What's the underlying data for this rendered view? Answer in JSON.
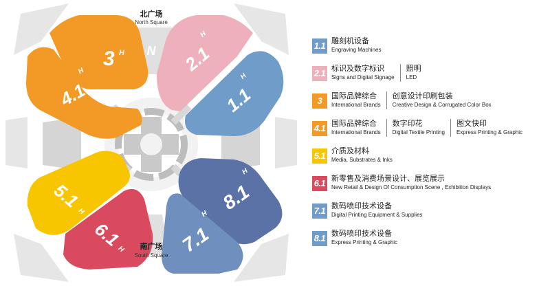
{
  "colors": {
    "orange": "#f29a25",
    "pink": "#eeb1bb",
    "blue": "#6f9cc8",
    "yellow": "#f7c600",
    "red": "#d94a5e",
    "navy": "#5a72a6",
    "gray": "#e6e6e6",
    "gray_dark": "#c8c8c8"
  },
  "map": {
    "north_square": {
      "cn": "北广场",
      "en": "North Square"
    },
    "south_square": {
      "cn": "南广场",
      "en": "South Square"
    },
    "north_gate_label": "N",
    "halls": {
      "h3": {
        "num": "3",
        "sub": "H"
      },
      "h41": {
        "num": "4.1",
        "sub": "H"
      },
      "h21": {
        "num": "2.1",
        "sub": "H"
      },
      "h11": {
        "num": "1.1",
        "sub": "H"
      },
      "h51": {
        "num": "5.1",
        "sub": "H"
      },
      "h61": {
        "num": "6.1",
        "sub": "H"
      },
      "h71": {
        "num": "7.1",
        "sub": "H"
      },
      "h81": {
        "num": "8.1",
        "sub": "H"
      }
    }
  },
  "legend": [
    {
      "badge": "1.1",
      "color": "#6f9cc8",
      "cols": [
        {
          "cn": "雕刻机设备",
          "en": "Engraving Machines"
        }
      ]
    },
    {
      "badge": "2.1",
      "color": "#eeb1bb",
      "cols": [
        {
          "cn": "标识及数字标识",
          "en": "Signs and Digital Signage"
        },
        {
          "cn": "照明",
          "en": "LED"
        }
      ]
    },
    {
      "badge": "3",
      "color": "#f29a25",
      "cols": [
        {
          "cn": "国际品牌综合",
          "en": "International Brands"
        },
        {
          "cn": "创意设计印刷包装",
          "en": "Creative Design & Corrugated Color Box"
        }
      ]
    },
    {
      "badge": "4.1",
      "color": "#f29a25",
      "cols": [
        {
          "cn": "国际品牌综合",
          "en": "International Brands"
        },
        {
          "cn": "数字印花",
          "en": "Digital Textile Printing"
        },
        {
          "cn": "图文快印",
          "en": "Express Printing & Graphic"
        }
      ]
    },
    {
      "badge": "5.1",
      "color": "#f7c600",
      "cols": [
        {
          "cn": "介质及材料",
          "en": "Media, Substrates & Inks"
        }
      ]
    },
    {
      "badge": "6.1",
      "color": "#d94a5e",
      "cols": [
        {
          "cn": "新零售及消费场景设计、展览展示",
          "en": "New Retail & Design Of Consumption Scene , Exhibition Displays"
        }
      ]
    },
    {
      "badge": "7.1",
      "color": "#6f9cc8",
      "cols": [
        {
          "cn": "数码喷印技术设备",
          "en": "Digital Printing Equipment & Supplies"
        }
      ]
    },
    {
      "badge": "8.1",
      "color": "#6f9cc8",
      "cols": [
        {
          "cn": "数码喷印技术设备",
          "en": "Express Printing & Graphic"
        }
      ]
    }
  ]
}
